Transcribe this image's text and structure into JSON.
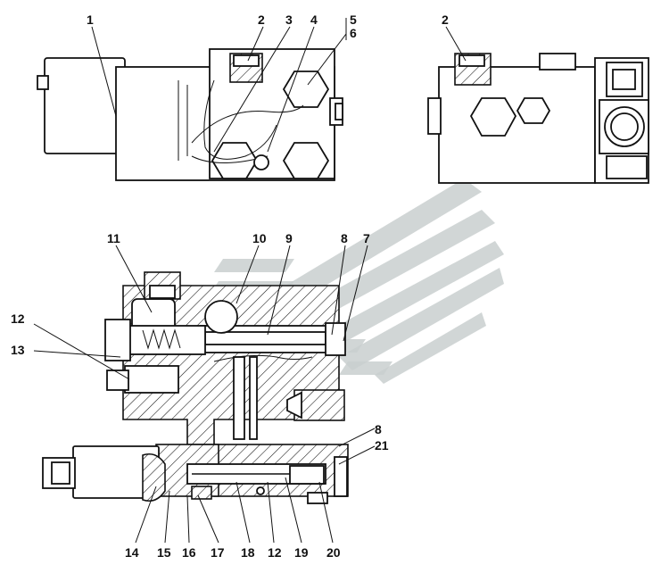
{
  "callouts": {
    "top_view": [
      "1",
      "2",
      "3",
      "4",
      "5",
      "6"
    ],
    "side_view": [
      "2"
    ],
    "section_top": [
      "11",
      "10",
      "9",
      "8",
      "7"
    ],
    "section_left": [
      "12",
      "13"
    ],
    "section_right": [
      "8",
      "21"
    ],
    "section_bottom": [
      "14",
      "15",
      "16",
      "17",
      "18",
      "12",
      "19",
      "20"
    ]
  },
  "colors": {
    "line": "#111111",
    "watermark": "#c9cfcf",
    "background": "#ffffff"
  }
}
